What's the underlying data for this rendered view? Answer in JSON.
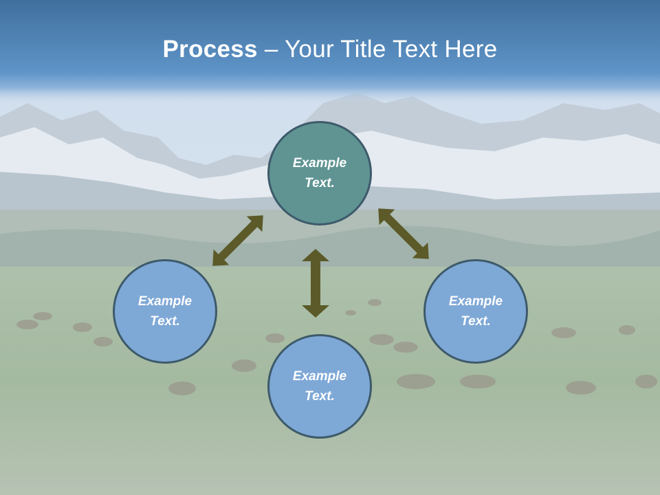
{
  "slide": {
    "title_bold": "Process",
    "title_rest": " – Your Title Text Here"
  },
  "colors": {
    "title_bar_top": "#3e6e9c",
    "title_bar_bottom": "#5f94c8",
    "center_node_fill": "#5f9493",
    "outer_node_fill": "#7ea8d6",
    "node_border": "#3d5a6a",
    "arrow_fill": "#5b5a28",
    "sky": "#c9d9ea",
    "meadow": "#8fa98a"
  },
  "nodes": [
    {
      "id": "top",
      "line1": "Example",
      "line2": "Text."
    },
    {
      "id": "left",
      "line1": "Example",
      "line2": "Text."
    },
    {
      "id": "bottom",
      "line1": "Example",
      "line2": "Text."
    },
    {
      "id": "right",
      "line1": "Example",
      "line2": "Text."
    }
  ]
}
